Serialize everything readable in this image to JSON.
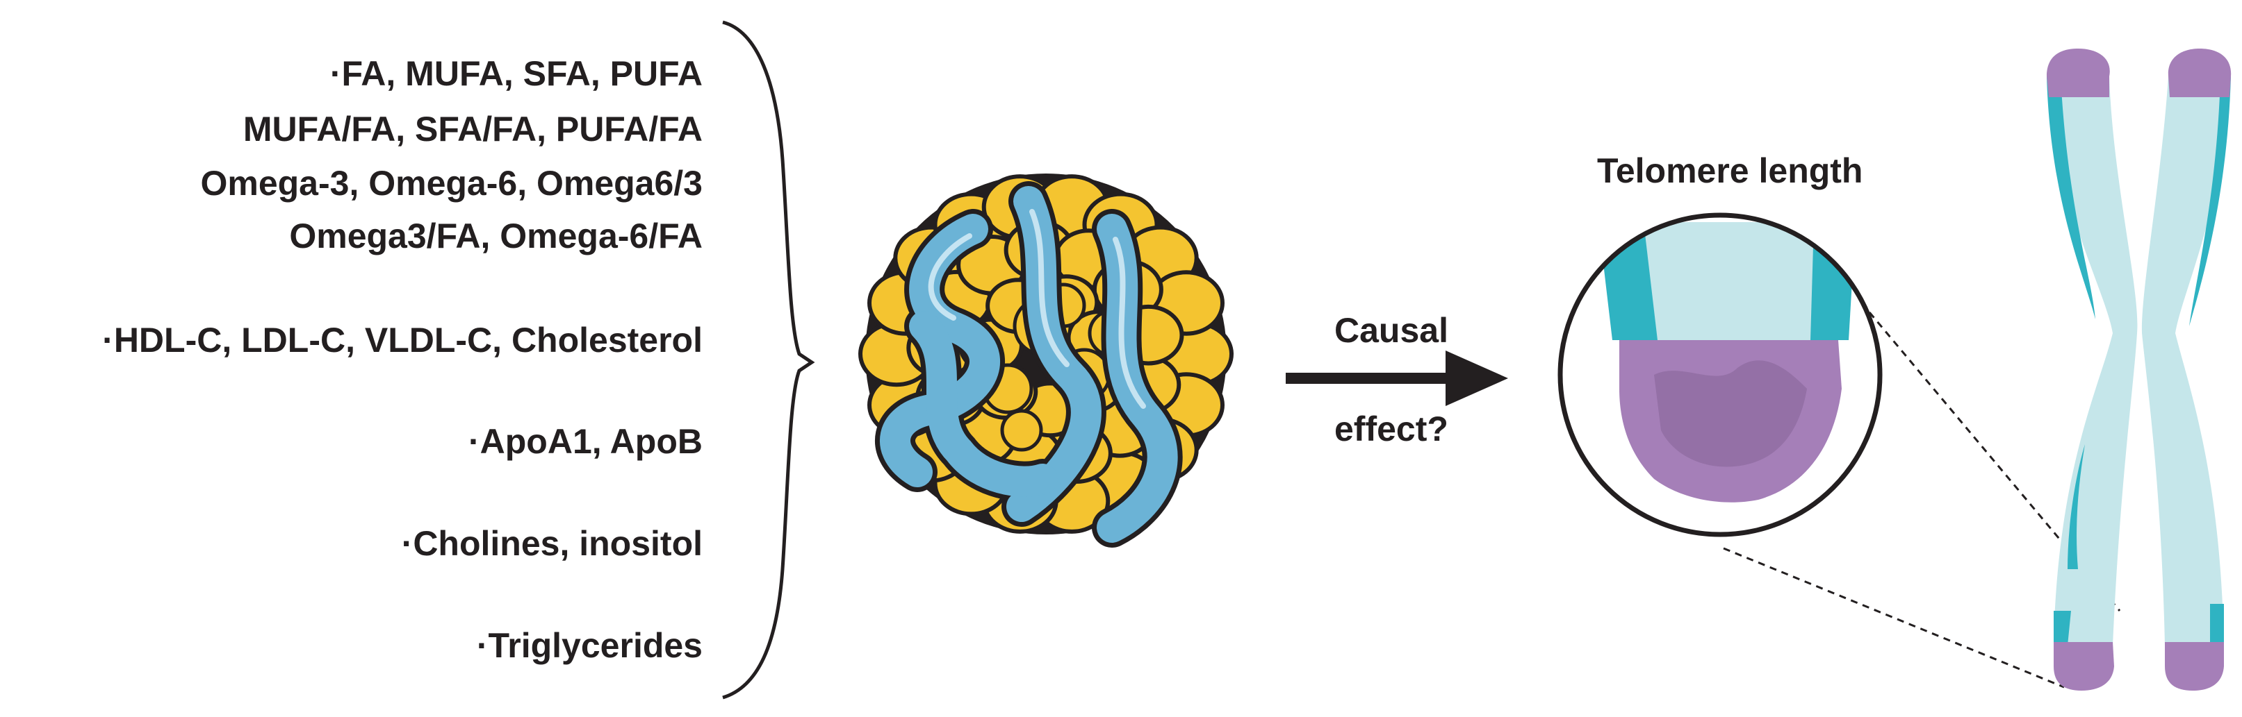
{
  "exposures": {
    "fatty_acids": [
      "·FA, MUFA, SFA, PUFA",
      "MUFA/FA, SFA/FA, PUFA/FA",
      "Omega-3, Omega-6, Omega6/3",
      "Omega3/FA, Omega-6/FA"
    ],
    "cholesterol": "·HDL-C, LDL-C, VLDL-C, Cholesterol",
    "apolipoproteins": "·ApoA1, ApoB",
    "cholines": "·Cholines, inositol",
    "triglycerides": "·Triglycerides"
  },
  "arrow": {
    "line1": "Causal",
    "line2": "effect?"
  },
  "outcome": {
    "title": "Telomere length"
  },
  "colors": {
    "text": "#231f20",
    "lipid_yellow": "#f4c430",
    "protein_blue": "#6bb3d6",
    "chromosome_light": "#c5e6ea",
    "chromosome_teal": "#2fb3c2",
    "telomere_purple": "#a57fb8"
  }
}
